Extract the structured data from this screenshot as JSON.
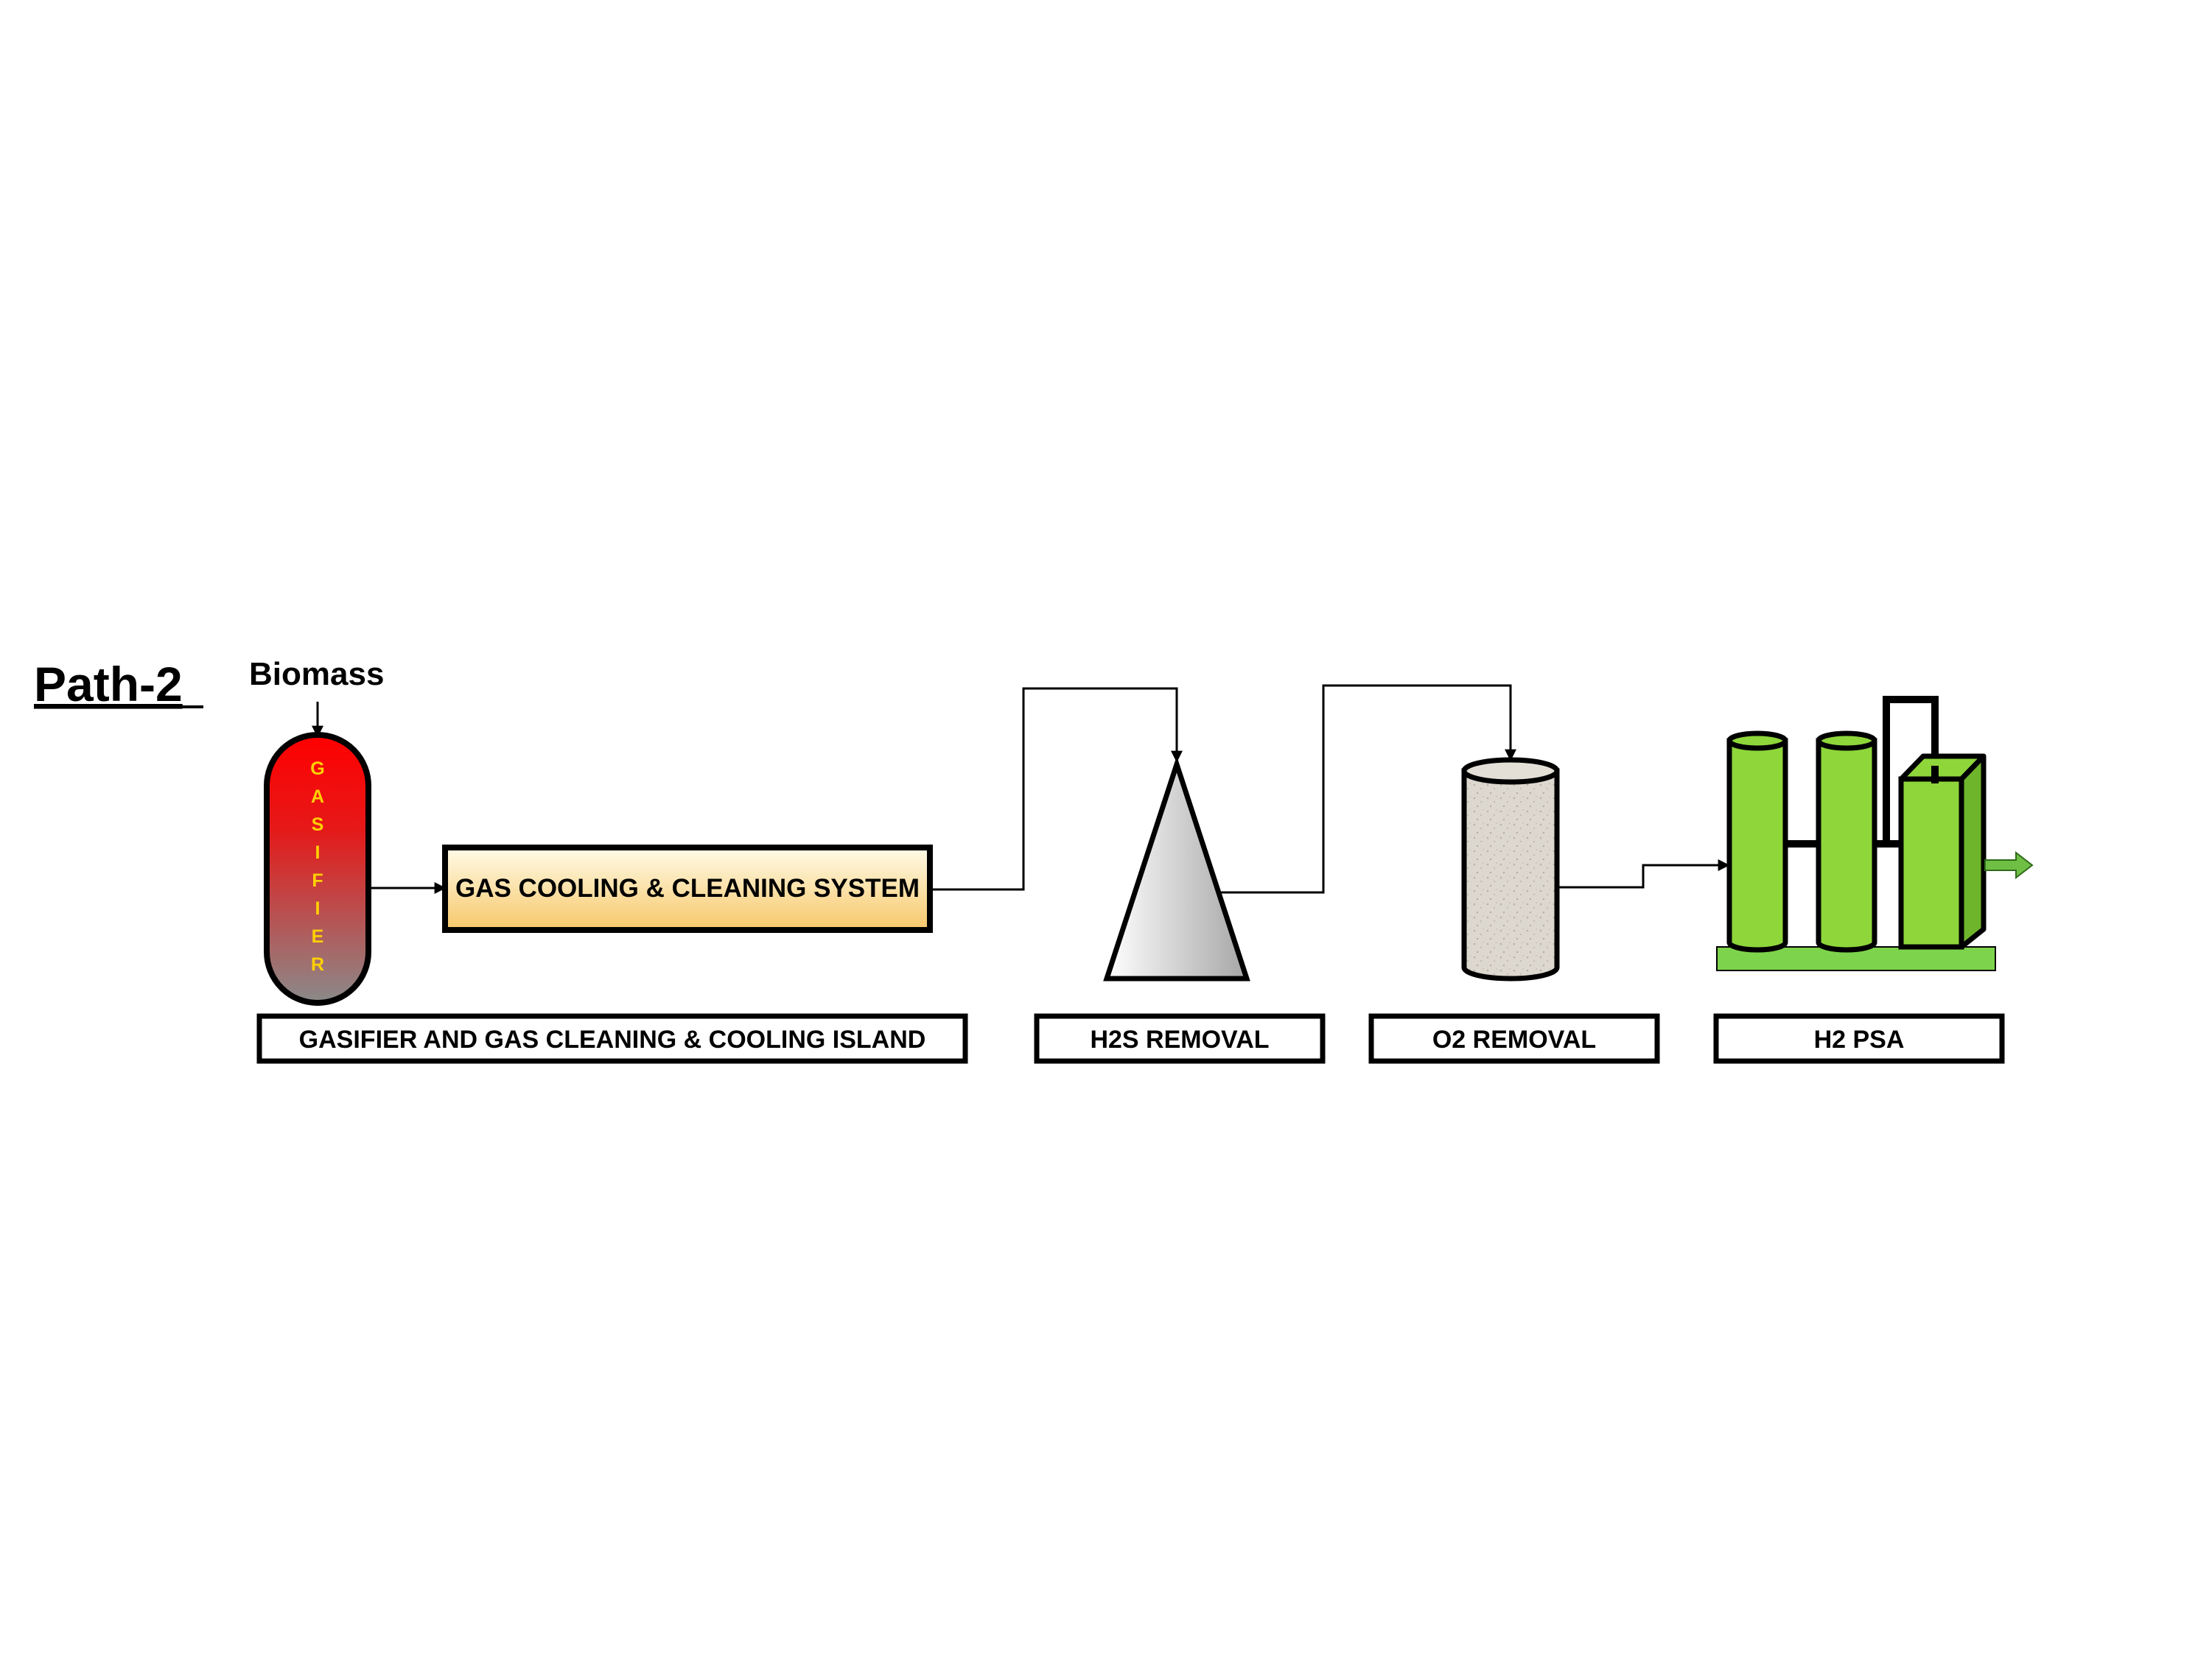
{
  "title": "Path-2",
  "feed_label": "Biomass",
  "gasifier": {
    "letters": [
      "G",
      "A",
      "S",
      "I",
      "F",
      "I",
      "E",
      "R"
    ]
  },
  "cooling_box_label": "GAS COOLING & CLEANING SYSTEM",
  "section_labels": {
    "gasifier_island": "GASIFIER AND GAS CLEANING & COOLING ISLAND",
    "h2s": "H2S REMOVAL",
    "o2": "O2 REMOVAL",
    "psa": "H2 PSA"
  },
  "colors": {
    "gasifier_top": "#ff0000",
    "gasifier_bottom": "#8a8a8a",
    "gasifier_text": "#ffd000",
    "cooling_box_top": "#fffbe8",
    "cooling_box_bottom": "#f7c86a",
    "psa_green": "#8ed63a",
    "psa_base": "#7dd44c",
    "outlet_arrow": "#6fbf45",
    "o2_vessel": "#ddd8cf",
    "h2s_cone_light": "#ffffff",
    "h2s_cone_dark": "#a6a6a6",
    "line": "#000000"
  }
}
